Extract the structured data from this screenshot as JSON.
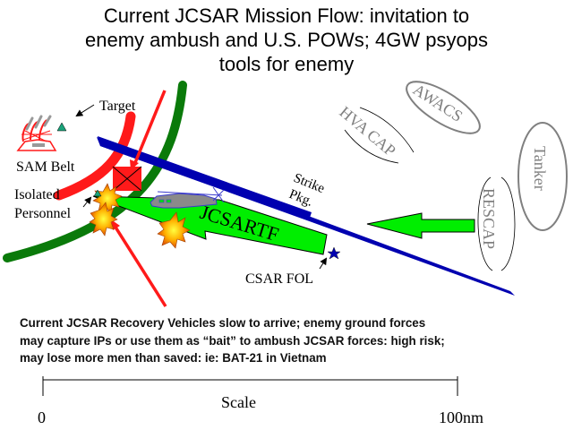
{
  "title_lines": [
    "Current JCSAR Mission Flow: invitation to",
    "enemy ambush and U.S. POWs; 4GW psyops",
    "tools for enemy"
  ],
  "labels": {
    "target": "Target",
    "sam_belt": "SAM Belt",
    "isolated_personnel_line1": "Isolated",
    "isolated_personnel_line2": "Personnel",
    "strike_pkg_line1": "Strike",
    "strike_pkg_line2": "Pkg.",
    "jcsartf": "JCSARTF",
    "csar_fol": "CSAR FOL",
    "hva_cap": "HVA CAP",
    "awacs": "AWACS",
    "tanker": "Tanker",
    "rescap": "RESCAP"
  },
  "caption_lines": [
    "Current JCSAR Recovery Vehicles slow to arrive; enemy ground forces",
    "may capture IPs or use them as “bait” to ambush JCSAR forces: high risk;",
    "may lose more men than saved: ie: BAT-21 in Vietnam"
  ],
  "scale": {
    "label": "Scale",
    "start": "0",
    "end": "100nm"
  },
  "colors": {
    "threat_red": "#ff1a1a",
    "friendly_green": "#00ee00",
    "belt_green": "#0a7a0a",
    "strike_blue": "#0000b0",
    "support_gray": "#808080",
    "target_teal": "#1aa37a"
  }
}
